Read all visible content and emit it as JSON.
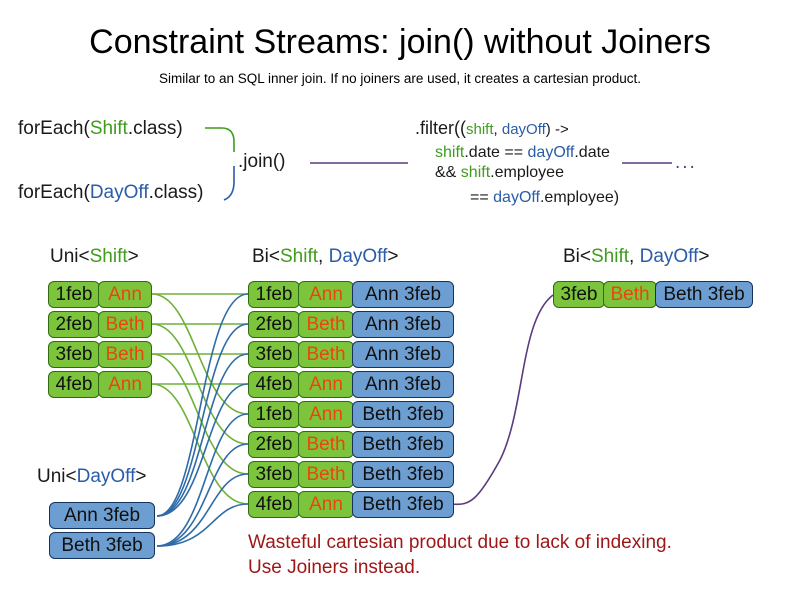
{
  "title": "Constraint Streams: join() without Joiners",
  "subtitle": "Similar to an SQL inner join. If no joiners are used, it creates a cartesian product.",
  "code": {
    "forEach_shift_pre": "forEach(",
    "forEach_shift_type": "Shift",
    "forEach_shift_post": ".class)",
    "forEach_dayoff_pre": "forEach(",
    "forEach_dayoff_type": "DayOff",
    "forEach_dayoff_post": ".class)",
    "join_label": ".join()",
    "filter_open": ".filter((",
    "filter_param_shift": "shift",
    "filter_param_sep": ", ",
    "filter_param_dayoff": "dayOff",
    "filter_arrow": ") ->",
    "filter_line2_a": "shift",
    "filter_line2_b": ".date == ",
    "filter_line2_c": "dayOff",
    "filter_line2_d": ".date",
    "filter_line3_a": "&& ",
    "filter_line3_b": "shift",
    "filter_line3_c": ".employee",
    "filter_line4_a": "== ",
    "filter_line4_b": "dayOff",
    "filter_line4_c": ".employee)",
    "ellipsis": "..."
  },
  "headers": {
    "uni_shift": {
      "prefix": "Uni<",
      "type": "Shift",
      "suffix": ">"
    },
    "bi_first": {
      "prefix": "Bi<",
      "type_a": "Shift",
      "sep": ", ",
      "type_b": "DayOff",
      "suffix": ">"
    },
    "bi_second": {
      "prefix": "Bi<",
      "type_a": "Shift",
      "sep": ", ",
      "type_b": "DayOff",
      "suffix": ">"
    },
    "uni_dayoff": {
      "prefix": "Uni<",
      "type": "DayOff",
      "suffix": ">"
    }
  },
  "shifts": [
    {
      "date": "1feb",
      "employee": "Ann"
    },
    {
      "date": "2feb",
      "employee": "Beth"
    },
    {
      "date": "3feb",
      "employee": "Beth"
    },
    {
      "date": "4feb",
      "employee": "Ann"
    }
  ],
  "dayOffs": [
    {
      "label": "Ann 3feb"
    },
    {
      "label": "Beth 3feb"
    }
  ],
  "cartesian": [
    {
      "date": "1feb",
      "employee": "Ann",
      "dayOff": "Ann 3feb"
    },
    {
      "date": "2feb",
      "employee": "Beth",
      "dayOff": "Ann 3feb"
    },
    {
      "date": "3feb",
      "employee": "Beth",
      "dayOff": "Ann 3feb"
    },
    {
      "date": "4feb",
      "employee": "Ann",
      "dayOff": "Ann 3feb"
    },
    {
      "date": "1feb",
      "employee": "Ann",
      "dayOff": "Beth 3feb"
    },
    {
      "date": "2feb",
      "employee": "Beth",
      "dayOff": "Beth 3feb"
    },
    {
      "date": "3feb",
      "employee": "Beth",
      "dayOff": "Beth 3feb"
    },
    {
      "date": "4feb",
      "employee": "Ann",
      "dayOff": "Beth 3feb"
    }
  ],
  "result": {
    "date": "3feb",
    "employee": "Beth",
    "dayOff": "Beth 3feb"
  },
  "warning": {
    "line1": "Wasteful cartesian product due to lack of indexing.",
    "line2": "Use Joiners instead."
  },
  "colors": {
    "shift_green": "#3f9c1c",
    "dayoff_blue": "#2a5ca8",
    "card_green_fill": "#7cc43c",
    "card_green_border": "#2f6b12",
    "card_blue_fill": "#6d9ed1",
    "card_blue_border": "#14325c",
    "employee_text": "#e8470a",
    "warning_red": "#9e1616",
    "connector_purple": "#5b3a7e",
    "wire_green": "#6fb03a",
    "wire_blue": "#2e6ca8"
  }
}
